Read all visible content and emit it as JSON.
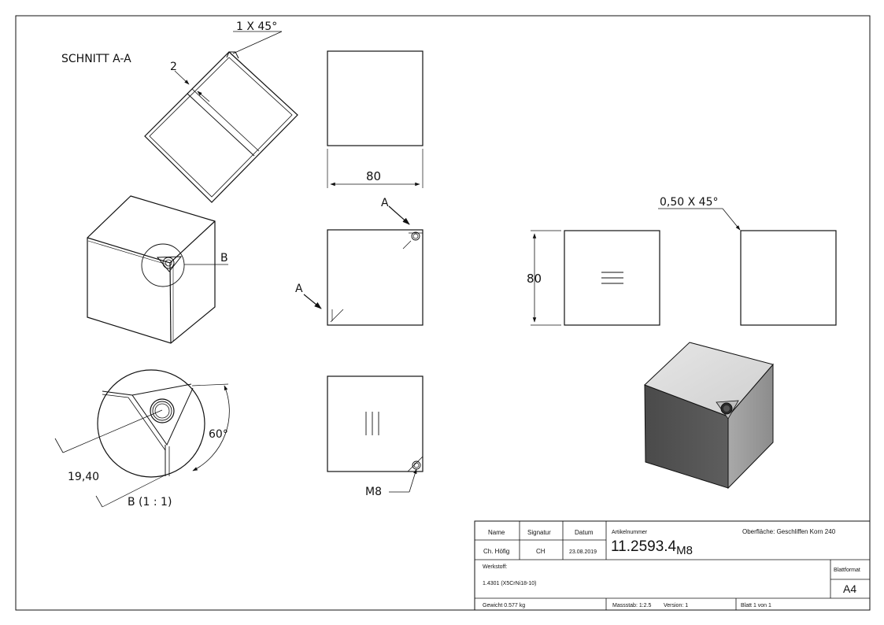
{
  "section": {
    "title": "SCHNITT A-A",
    "chamfer_label": "1 X 45°",
    "thickness_label": "2"
  },
  "iso_view": {
    "detail_marker": "B"
  },
  "detail": {
    "angle_label": "60°",
    "size_label": "19,40",
    "caption": "B (1 : 1)"
  },
  "views": {
    "top_width_label": "80",
    "section_marker_top": "A",
    "section_marker_left": "A",
    "thread_label": "M8"
  },
  "right_views": {
    "height_label": "80",
    "chamfer_label": "0,50 X 45°"
  },
  "title_block": {
    "header_name": "Name",
    "header_signatur": "Signatur",
    "header_datum": "Datum",
    "name": "Ch. Höfig",
    "signatur": "CH",
    "datum": "23.08.2019",
    "artikelnummer_label": "Artikelnummer",
    "artikelnummer_main": "11.2593.4",
    "artikelnummer_sub": "M8",
    "oberflaeche": "Oberfläche:  Geschliffen Korn 240",
    "werkstoff_label": "Werkstoff:",
    "werkstoff_value": "1.4301 (X5CrNi18-10)",
    "blattformat_label": "Blattformat",
    "blattformat_value": "A4",
    "gewicht": "Gewicht 0.577 kg",
    "massstab": "Massstab: 1:2.5",
    "version": "Version: 1",
    "blatt": "Blatt 1 von 1"
  }
}
